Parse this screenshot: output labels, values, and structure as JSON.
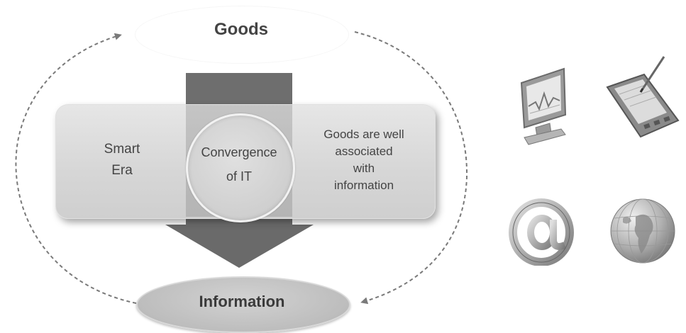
{
  "diagram": {
    "top_label": "Goods",
    "left_label_line1": "Smart",
    "left_label_line2": "Era",
    "center_label_line1": "Convergence",
    "center_label_line2": "of IT",
    "right_label_line1": "Goods are well",
    "right_label_line2": "associated",
    "right_label_line3": "with",
    "right_label_line4": "information",
    "bottom_label": "Information"
  },
  "icons": [
    "monitor-icon",
    "tablet-stylus-icon",
    "at-sign-icon",
    "globe-icon"
  ],
  "colors": {
    "arrow_dark": "#6a6a6a",
    "panel": "#d9d9d9",
    "text": "#444444",
    "dashed": "#777777"
  }
}
